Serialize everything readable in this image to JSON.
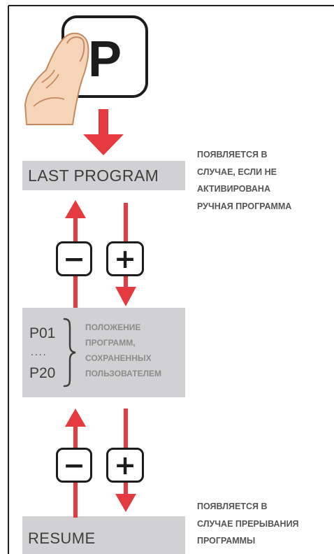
{
  "colors": {
    "accent_red": "#e53a40",
    "box_gray": "#d1d1d3",
    "text_dark": "#3e3e3e",
    "note_gray": "#555555",
    "note_light": "#8c8c8c"
  },
  "key": {
    "label": "P",
    "icon": "finger-press-icon"
  },
  "buttons": {
    "minus": "−",
    "plus": "+"
  },
  "last_program": {
    "label": "LAST PROGRAM",
    "note": [
      "ПОЯВЛЯЕТСЯ В",
      "СЛУЧАЕ, ЕСЛИ НЕ",
      "АКТИВИРОВАНА",
      "РУЧНАЯ ПРОГРАММА"
    ]
  },
  "user_programs": {
    "first": "P01",
    "separator": "....",
    "last": "P20",
    "note": [
      "ПОЛОЖЕНИЕ",
      "ПРОГРАММ,",
      "СОХРАНЕННЫХ",
      "ПОЛЬЗОВАТЕЛЕМ"
    ]
  },
  "resume": {
    "label": "RESUME",
    "note": [
      "ПОЯВЛЯЕТСЯ В",
      "СЛУЧАЕ ПРЕРЫВАНИЯ",
      "ПРОГРАММЫ"
    ]
  }
}
